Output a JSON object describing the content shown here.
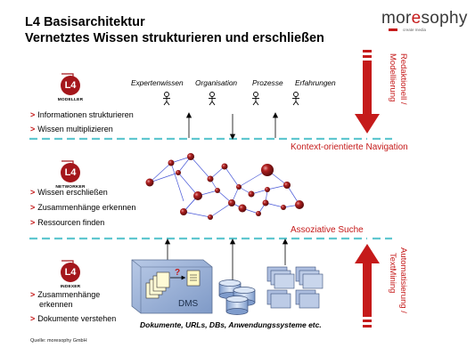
{
  "title": {
    "line1": "L4 Basisarchitektur",
    "line2": "Vernetztes Wissen strukturieren und erschließen"
  },
  "brand": {
    "name_pre": "mor",
    "name_o": "e",
    "name_post": "sophy",
    "tagline": "create media",
    "accent_color": "#c51a1a"
  },
  "layers": [
    {
      "logo_text": "L4",
      "label": "MODELLER",
      "bullets": [
        "Informationen strukturieren",
        "Wissen multiplizieren"
      ]
    },
    {
      "logo_text": "L4",
      "label": "NETWORKER",
      "bullets": [
        "Wissen erschließen",
        "Zusammenhänge erkennen",
        "Ressourcen finden"
      ]
    },
    {
      "logo_text": "L4",
      "label": "INDEXER",
      "bullets": [
        "Zusammenhänge",
        "erkennen",
        "Dokumente verstehen"
      ]
    }
  ],
  "categories": [
    "Expertenwissen",
    "Organisation",
    "Prozesse",
    "Erfahrungen"
  ],
  "separators": {
    "nav_label": "Kontext-orientierte Navigation",
    "search_label": "Assoziative Suche"
  },
  "side_labels": {
    "top_line1": "Redaktionell /",
    "top_line2": "Modellierung",
    "bottom_line1": "Automatisierung /",
    "bottom_line2": "TextMining"
  },
  "dms_label": "DMS",
  "bottom_caption": "Dokumente, URLs, DBs, Anwendungssysteme etc.",
  "source": "Quelle: moresophy GmbH",
  "colors": {
    "arrow_red": "#c51a1a",
    "separator_cyan": "#5fc7cf",
    "node_red": "#8e1414",
    "link_blue": "#4a5ad8",
    "dms_blue": "#9bb1d4"
  }
}
